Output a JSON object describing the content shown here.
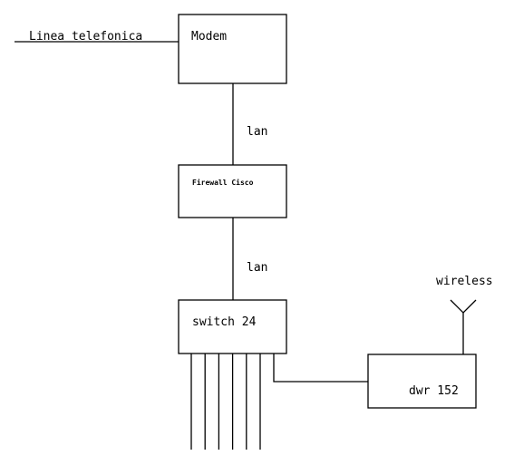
{
  "diagram": {
    "phone_line_label": "Linea telefonica",
    "nodes": {
      "modem": "Modem",
      "firewall": "Firewall Cisco",
      "switch": "switch 24",
      "dwr": "dwr 152"
    },
    "links": {
      "modem_firewall": "lan",
      "firewall_switch": "lan",
      "antenna": "wireless"
    },
    "switch_port_cables": 6
  }
}
